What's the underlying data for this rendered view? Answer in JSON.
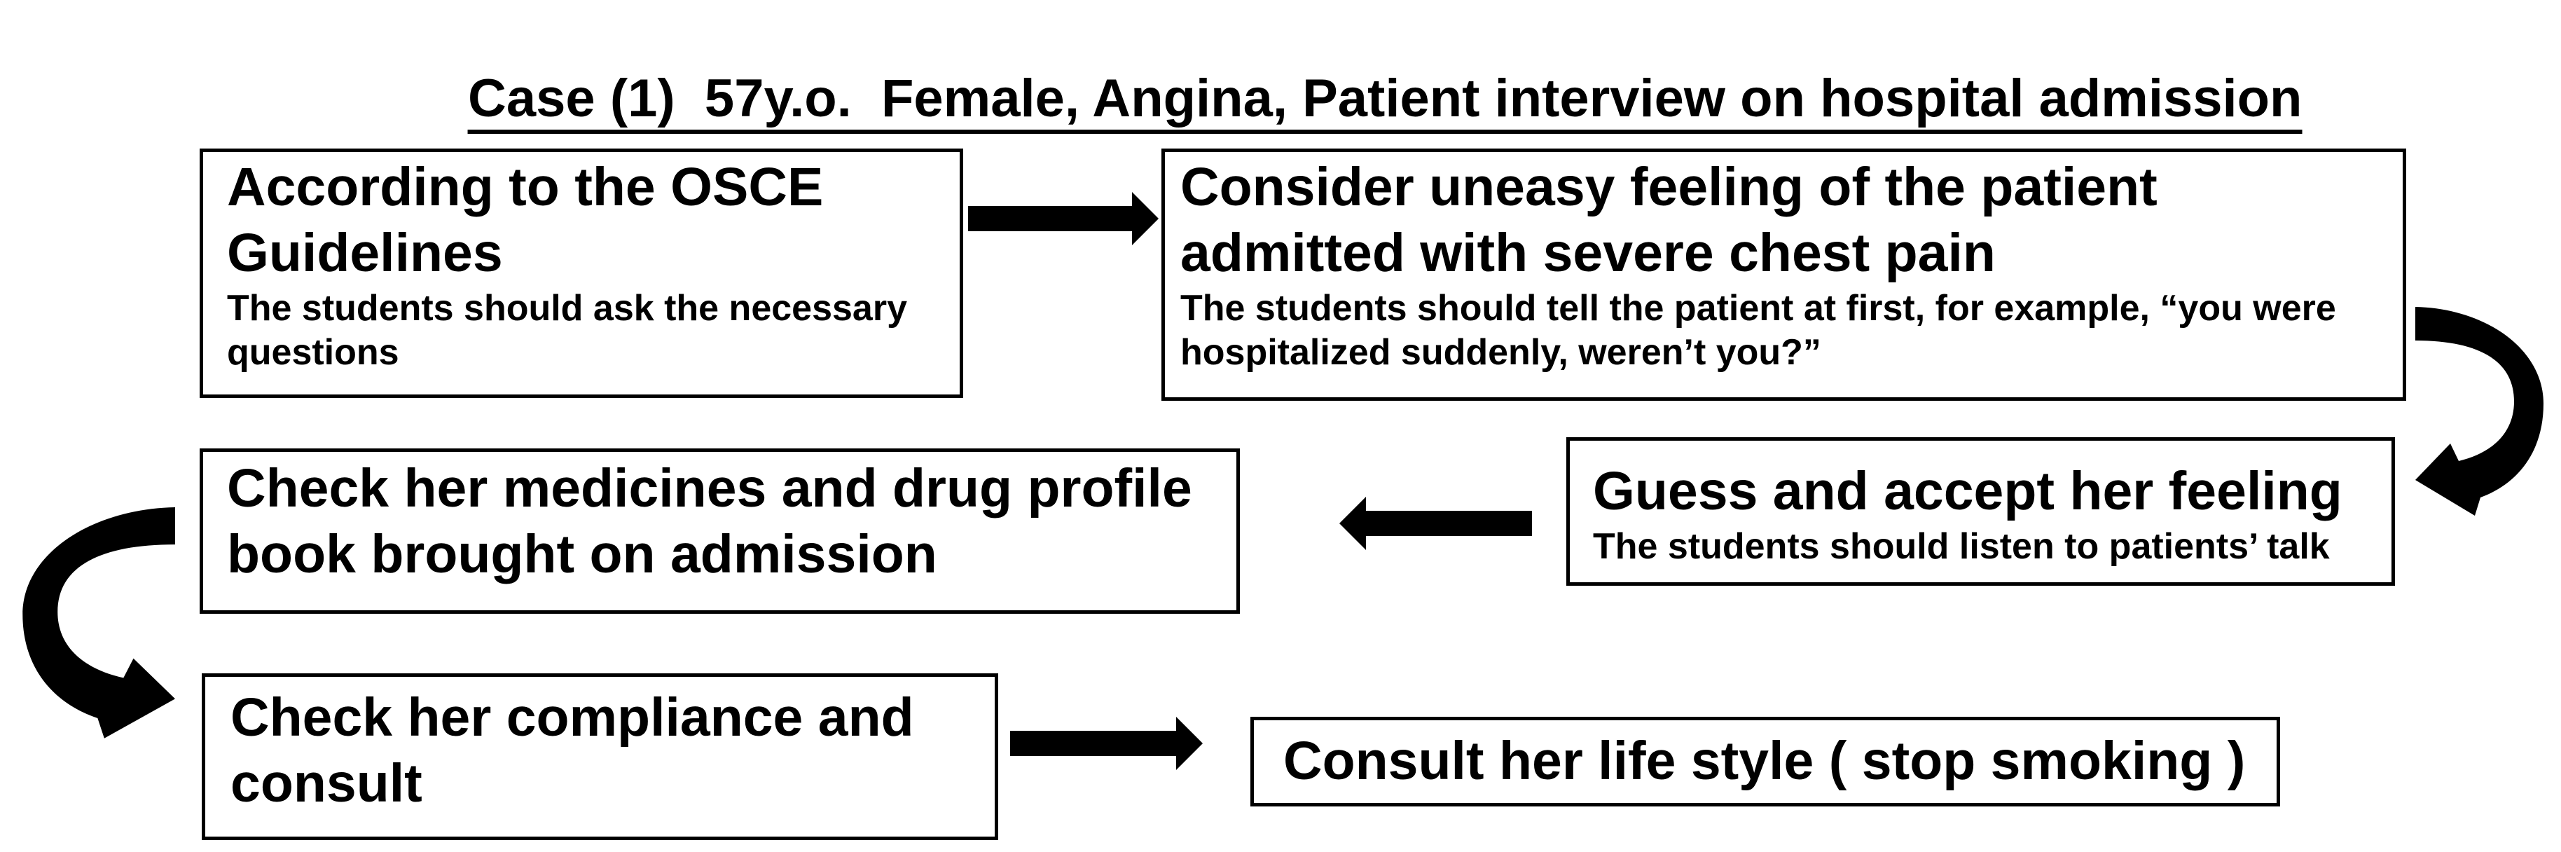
{
  "title": "Case (1)  57y.o.  Female, Angina, Patient interview on hospital admission",
  "colors": {
    "ink": "#000000",
    "paper": "#ffffff"
  },
  "boxes": {
    "osce": {
      "heading": "According to the OSCE\nGuidelines",
      "sub": "The students should ask the necessary\nquestions"
    },
    "uneasy": {
      "heading": "Consider uneasy feeling of the patient\nadmitted with severe chest pain",
      "sub": "The students should tell the patient at first, for example, “you were\nhospitalized suddenly, weren’t you?”"
    },
    "guess": {
      "heading": "Guess and accept her feeling",
      "sub": "The students should listen to patients’ talk"
    },
    "medicines": {
      "heading": "Check her medicines and drug profile\nbook brought on admission"
    },
    "compliance": {
      "heading": "Check her compliance and\nconsult"
    },
    "lifestyle": {
      "heading": "Consult her life style ( stop smoking )"
    }
  },
  "arrows": [
    {
      "icon": "arrow-right-icon",
      "from": "osce",
      "to": "uneasy"
    },
    {
      "icon": "curved-arrow-left-icon",
      "from": "uneasy",
      "to": "guess"
    },
    {
      "icon": "arrow-left-icon",
      "from": "guess",
      "to": "medicines"
    },
    {
      "icon": "curved-arrow-right-icon",
      "from": "medicines",
      "to": "compliance"
    },
    {
      "icon": "arrow-right-icon",
      "from": "compliance",
      "to": "lifestyle"
    }
  ]
}
